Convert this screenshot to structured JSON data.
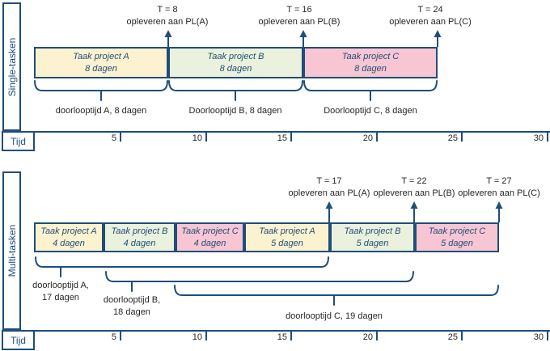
{
  "colors": {
    "navy": "#1F4E79",
    "ink": "#262626",
    "yellow": "#FDF2D0",
    "green": "#EAF1DC",
    "pink": "#F7C6D2"
  },
  "top_panel": {
    "side_label": "Single-tasken",
    "milestones": [
      {
        "time": "T = 8",
        "deliver": "opleveren aan PL(A)"
      },
      {
        "time": "T = 16",
        "deliver": "opleveren aan PL(B)"
      },
      {
        "time": "T = 24",
        "deliver": "opleveren aan PL(C)"
      }
    ],
    "blocks": [
      {
        "line1": "Taak project A",
        "line2": "8 dagen"
      },
      {
        "line1": "Taak project B",
        "line2": "8 dagen"
      },
      {
        "line1": "Taak project C",
        "line2": "8 dagen"
      }
    ],
    "braces": [
      {
        "label": "doorlooptijd A, 8 dagen"
      },
      {
        "label": "Doorlooptijd  B, 8 dagen"
      },
      {
        "label": "Doorlooptijd  C, 8 dagen"
      }
    ],
    "axis": {
      "label": "Tijd",
      "ticks": [
        "5",
        "10",
        "15",
        "20",
        "25",
        "30"
      ]
    }
  },
  "bottom_panel": {
    "side_label": "Multi-tasken",
    "milestones": [
      {
        "time": "T = 17",
        "deliver": "opleveren aan PL(A)"
      },
      {
        "time": "T = 22",
        "deliver": "opleveren aan PL(B)"
      },
      {
        "time": "T = 27",
        "deliver": "opleveren aan PL(C)"
      }
    ],
    "blocks": [
      {
        "line1": "Taak project A",
        "line2": "4 dagen"
      },
      {
        "line1": "Taak project B",
        "line2": "4 dagen"
      },
      {
        "line1": "Taak project C",
        "line2": "4 dagen"
      },
      {
        "line1": "Taak project A",
        "line2": "5 dagen"
      },
      {
        "line1": "Taak project B",
        "line2": "5 dagen"
      },
      {
        "line1": "Taak project C",
        "line2": "5 dagen"
      }
    ],
    "braces": [
      {
        "label_line1": "doorlooptijd A,",
        "label_line2": "17 dagen"
      },
      {
        "label_line1": "doorlooptijd B,",
        "label_line2": "18 dagen"
      },
      {
        "label": "doorlooptijd C, 19 dagen"
      }
    ],
    "axis": {
      "label": "Tijd",
      "ticks": [
        "5",
        "10",
        "15",
        "20",
        "25",
        "30"
      ]
    }
  }
}
